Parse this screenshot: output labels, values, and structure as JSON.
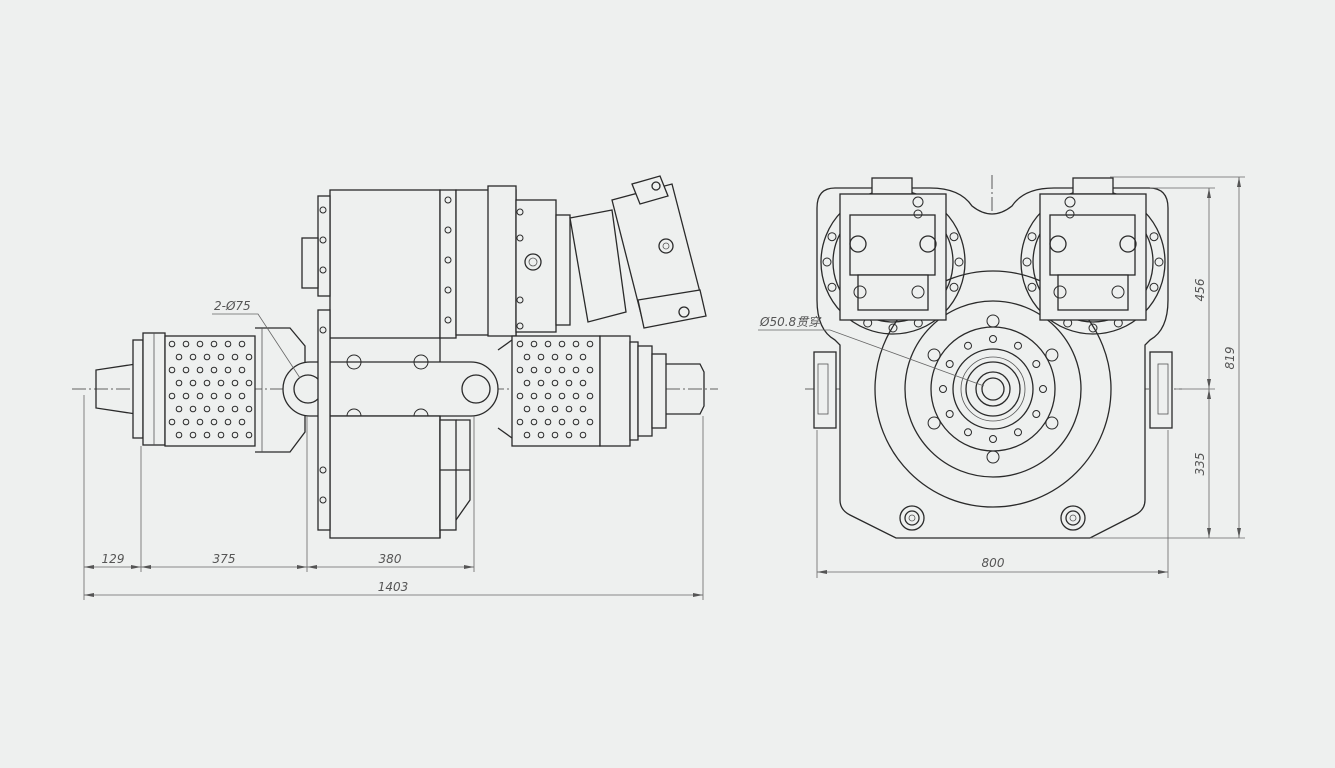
{
  "colors": {
    "background": "#eef0ef",
    "line": "#2a2a2a",
    "dimension": "#666666"
  },
  "dimensions": {
    "side_129": "129",
    "side_375": "375",
    "side_380": "380",
    "side_1403": "1403",
    "hole_callout": "2-Ø75",
    "front_800": "800",
    "front_819": "819",
    "front_456": "456",
    "front_335": "335",
    "bore_callout": "Ø50.8贯穿"
  }
}
